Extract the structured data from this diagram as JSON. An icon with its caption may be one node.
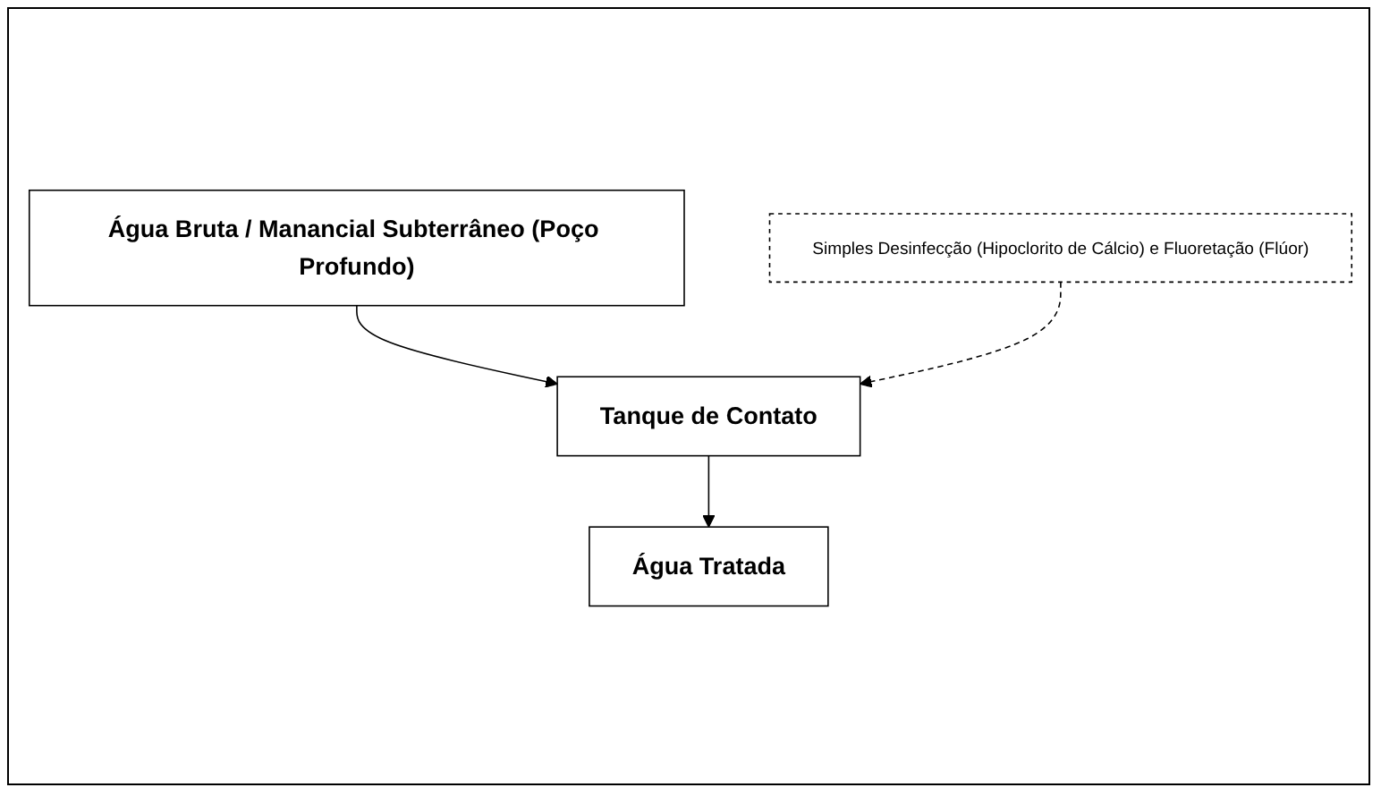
{
  "diagram": {
    "nodes": [
      {
        "text": [
          "Água Bruta / Manancial Subterrâneo (Poço Profundo)"
        ]
      },
      {
        "text": [
          "Simples Desinfecção (Hipoclorito de Cálcio) e Fluoretação (Flúor)"
        ]
      },
      {
        "text": [
          "Tanque de Contato"
        ]
      },
      {
        "text": [
          "Água Tratada"
        ]
      }
    ],
    "edges": [
      {
        "from": 0,
        "to": 2,
        "arrow": "to"
      },
      {
        "from": 1,
        "to": 2,
        "arrow": "to",
        "style": "dashed"
      },
      {
        "from": 2,
        "to": 3,
        "arrow": "to"
      }
    ]
  }
}
